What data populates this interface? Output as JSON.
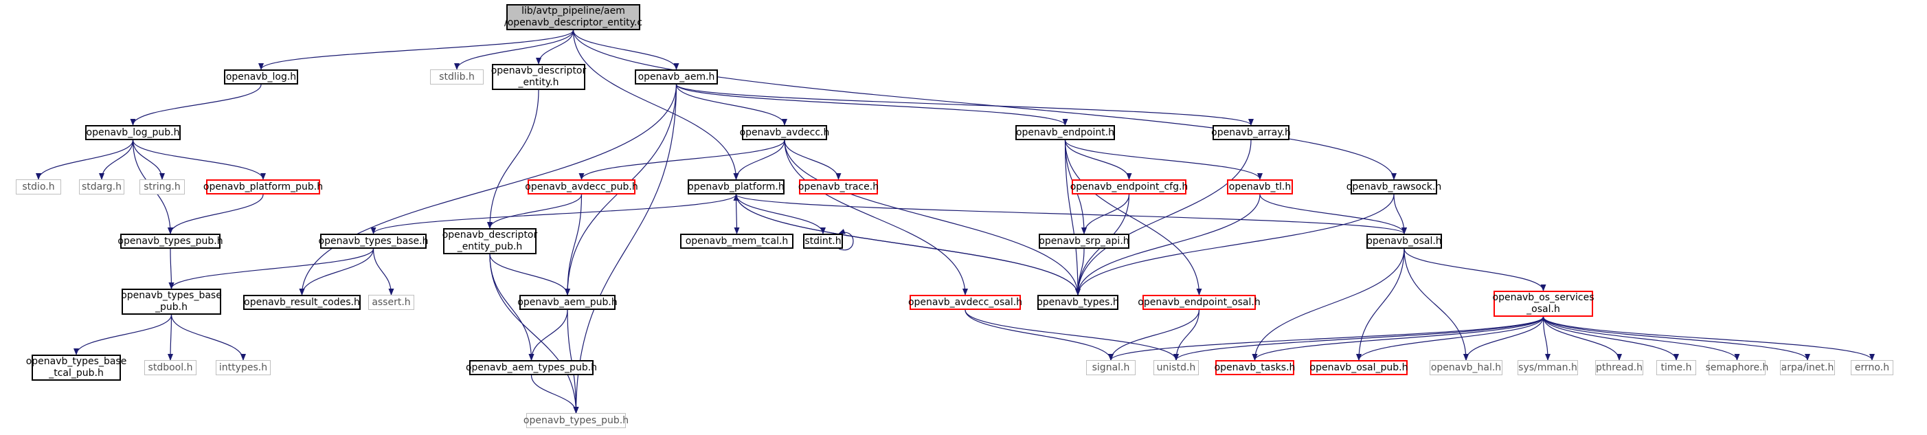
{
  "colors": {
    "edge": "#191970",
    "border_normal": "#000000",
    "border_missing": "#bfbfbf",
    "border_truncated": "#ff0000",
    "focus_fill": "#bfbfbf"
  },
  "nodes": {
    "root": {
      "label": "lib/avtp_pipeline/aem\n/openavb_descriptor_entity.c",
      "kind": "focus"
    },
    "log": {
      "label": "openavb_log.h",
      "kind": "normal"
    },
    "stdlib": {
      "label": "stdlib.h",
      "kind": "missing"
    },
    "desc_entity_h": {
      "label": "openavb_descriptor\n_entity.h",
      "kind": "normal"
    },
    "aem_h": {
      "label": "openavb_aem.h",
      "kind": "normal"
    },
    "rawsock": {
      "label": "openavb_rawsock.h",
      "kind": "normal"
    },
    "log_pub": {
      "label": "openavb_log_pub.h",
      "kind": "normal"
    },
    "avdecc_h": {
      "label": "openavb_avdecc.h",
      "kind": "normal"
    },
    "endpoint_h": {
      "label": "openavb_endpoint.h",
      "kind": "normal"
    },
    "array_h": {
      "label": "openavb_array.h",
      "kind": "normal"
    },
    "stdio": {
      "label": "stdio.h",
      "kind": "missing"
    },
    "stdarg": {
      "label": "stdarg.h",
      "kind": "missing"
    },
    "string": {
      "label": "string.h",
      "kind": "missing"
    },
    "platform_pub": {
      "label": "openavb_platform_pub.h",
      "kind": "truncated"
    },
    "avdecc_pub": {
      "label": "openavb_avdecc_pub.h",
      "kind": "truncated"
    },
    "platform_h": {
      "label": "openavb_platform.h",
      "kind": "normal"
    },
    "trace_h": {
      "label": "openavb_trace.h",
      "kind": "truncated"
    },
    "endpoint_cfg": {
      "label": "openavb_endpoint_cfg.h",
      "kind": "truncated"
    },
    "tl_h": {
      "label": "openavb_tl.h",
      "kind": "truncated"
    },
    "types_pub": {
      "label": "openavb_types_pub.h",
      "kind": "normal"
    },
    "types_base": {
      "label": "openavb_types_base.h",
      "kind": "normal"
    },
    "desc_entity_pub": {
      "label": "openavb_descriptor\n_entity_pub.h",
      "kind": "normal"
    },
    "mem_tcal": {
      "label": "openavb_mem_tcal.h",
      "kind": "normal"
    },
    "stdint": {
      "label": "stdint.h",
      "kind": "normal"
    },
    "srp_api": {
      "label": "openavb_srp_api.h",
      "kind": "normal"
    },
    "osal_h": {
      "label": "openavb_osal.h",
      "kind": "normal"
    },
    "types_base_pub": {
      "label": "openavb_types_base\n_pub.h",
      "kind": "normal"
    },
    "result_codes": {
      "label": "openavb_result_codes.h",
      "kind": "normal"
    },
    "assert": {
      "label": "assert.h",
      "kind": "missing"
    },
    "aem_pub": {
      "label": "openavb_aem_pub.h",
      "kind": "normal"
    },
    "types_h": {
      "label": "openavb_types.h",
      "kind": "normal"
    },
    "avdecc_osal": {
      "label": "openavb_avdecc_osal.h",
      "kind": "truncated"
    },
    "endpoint_osal": {
      "label": "openavb_endpoint_osal.h",
      "kind": "truncated"
    },
    "os_services": {
      "label": "openavb_os_services\n_osal.h",
      "kind": "truncated"
    },
    "types_base_tcal": {
      "label": "openavb_types_base\n_tcal_pub.h",
      "kind": "normal"
    },
    "stdbool": {
      "label": "stdbool.h",
      "kind": "missing"
    },
    "inttypes": {
      "label": "inttypes.h",
      "kind": "missing"
    },
    "aem_types_pub": {
      "label": "openavb_aem_types_pub.h",
      "kind": "normal"
    },
    "signal": {
      "label": "signal.h",
      "kind": "missing"
    },
    "unistd": {
      "label": "unistd.h",
      "kind": "missing"
    },
    "tasks": {
      "label": "openavb_tasks.h",
      "kind": "truncated"
    },
    "osal_pub": {
      "label": "openavb_osal_pub.h",
      "kind": "truncated"
    },
    "hal": {
      "label": "openavb_hal.h",
      "kind": "missing"
    },
    "mman": {
      "label": "sys/mman.h",
      "kind": "missing"
    },
    "pthread": {
      "label": "pthread.h",
      "kind": "missing"
    },
    "time": {
      "label": "time.h",
      "kind": "missing"
    },
    "semaphore": {
      "label": "semaphore.h",
      "kind": "missing"
    },
    "inet": {
      "label": "arpa/inet.h",
      "kind": "missing"
    },
    "errno": {
      "label": "errno.h",
      "kind": "missing"
    },
    "aem_types_pub_h": {
      "label": "openavb_types_pub.h",
      "kind": "missing"
    }
  },
  "edges": [
    [
      "root",
      "log"
    ],
    [
      "root",
      "stdlib"
    ],
    [
      "root",
      "desc_entity_h"
    ],
    [
      "root",
      "aem_h"
    ],
    [
      "root",
      "platform_h"
    ],
    [
      "root",
      "rawsock"
    ],
    [
      "log",
      "log_pub"
    ],
    [
      "log_pub",
      "stdio"
    ],
    [
      "log_pub",
      "stdarg"
    ],
    [
      "log_pub",
      "string"
    ],
    [
      "log_pub",
      "platform_pub"
    ],
    [
      "log_pub",
      "types_pub"
    ],
    [
      "platform_pub",
      "types_pub"
    ],
    [
      "types_pub",
      "types_base_pub"
    ],
    [
      "types_base_pub",
      "types_base_tcal"
    ],
    [
      "types_base_pub",
      "stdbool"
    ],
    [
      "types_base_pub",
      "inttypes"
    ],
    [
      "desc_entity_h",
      "desc_entity_pub"
    ],
    [
      "aem_h",
      "result_codes"
    ],
    [
      "aem_h",
      "avdecc_h"
    ],
    [
      "aem_h",
      "endpoint_h"
    ],
    [
      "aem_h",
      "array_h"
    ],
    [
      "aem_h",
      "aem_pub"
    ],
    [
      "aem_h",
      "aem_types_pub_h"
    ],
    [
      "avdecc_h",
      "avdecc_pub"
    ],
    [
      "avdecc_h",
      "platform_h"
    ],
    [
      "avdecc_h",
      "trace_h"
    ],
    [
      "avdecc_h",
      "types_h"
    ],
    [
      "avdecc_h",
      "avdecc_osal"
    ],
    [
      "avdecc_pub",
      "desc_entity_pub"
    ],
    [
      "avdecc_pub",
      "aem_pub"
    ],
    [
      "platform_h",
      "types_base"
    ],
    [
      "platform_h",
      "mem_tcal"
    ],
    [
      "platform_h",
      "stdint"
    ],
    [
      "platform_h",
      "types_h"
    ],
    [
      "platform_h",
      "osal_h"
    ],
    [
      "stdint",
      "stdint"
    ],
    [
      "types_base",
      "types_base_pub"
    ],
    [
      "types_base",
      "result_codes"
    ],
    [
      "types_base",
      "assert"
    ],
    [
      "desc_entity_pub",
      "aem_pub"
    ],
    [
      "desc_entity_pub",
      "aem_types_pub"
    ],
    [
      "desc_entity_pub",
      "aem_types_pub_h"
    ],
    [
      "aem_pub",
      "aem_types_pub"
    ],
    [
      "aem_pub",
      "aem_types_pub_h"
    ],
    [
      "aem_types_pub",
      "aem_types_pub_h"
    ],
    [
      "types_h",
      "platform_h"
    ],
    [
      "endpoint_h",
      "endpoint_cfg"
    ],
    [
      "endpoint_h",
      "tl_h"
    ],
    [
      "endpoint_h",
      "srp_api"
    ],
    [
      "endpoint_h",
      "types_h"
    ],
    [
      "endpoint_h",
      "endpoint_osal"
    ],
    [
      "endpoint_cfg",
      "srp_api"
    ],
    [
      "endpoint_cfg",
      "types_h"
    ],
    [
      "tl_h",
      "types_h"
    ],
    [
      "tl_h",
      "osal_h"
    ],
    [
      "srp_api",
      "types_h"
    ],
    [
      "array_h",
      "types_h"
    ],
    [
      "rawsock",
      "types_h"
    ],
    [
      "rawsock",
      "osal_h"
    ],
    [
      "osal_h",
      "os_services"
    ],
    [
      "osal_h",
      "tasks"
    ],
    [
      "osal_h",
      "osal_pub"
    ],
    [
      "osal_h",
      "hal"
    ],
    [
      "os_services",
      "signal"
    ],
    [
      "os_services",
      "unistd"
    ],
    [
      "os_services",
      "tasks"
    ],
    [
      "os_services",
      "osal_pub"
    ],
    [
      "os_services",
      "hal"
    ],
    [
      "os_services",
      "mman"
    ],
    [
      "os_services",
      "pthread"
    ],
    [
      "os_services",
      "time"
    ],
    [
      "os_services",
      "semaphore"
    ],
    [
      "os_services",
      "inet"
    ],
    [
      "os_services",
      "errno"
    ],
    [
      "avdecc_osal",
      "signal"
    ],
    [
      "avdecc_osal",
      "unistd"
    ],
    [
      "endpoint_osal",
      "signal"
    ],
    [
      "endpoint_osal",
      "unistd"
    ]
  ]
}
